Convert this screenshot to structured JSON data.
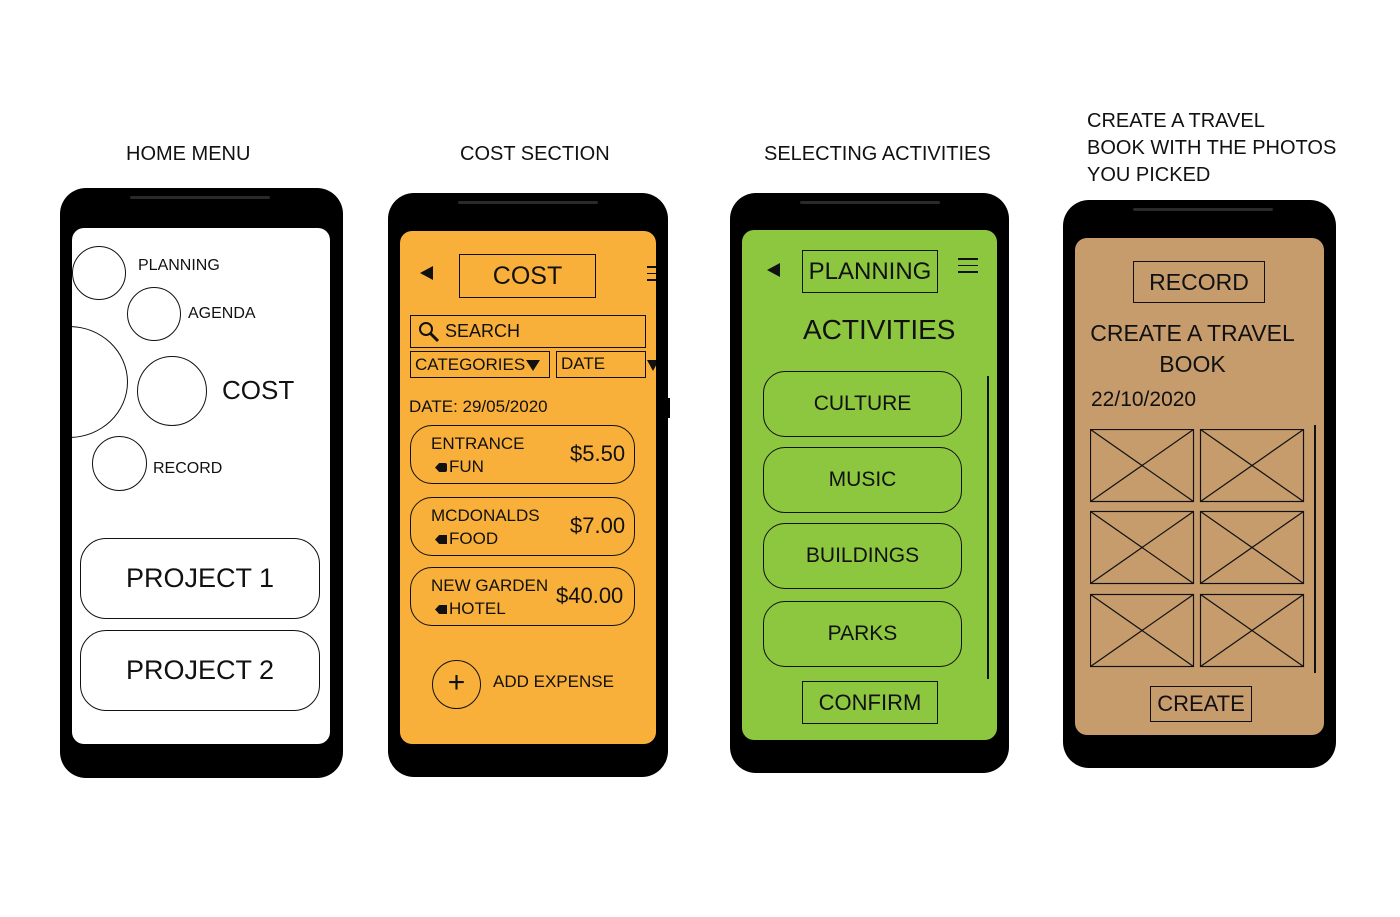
{
  "captions": {
    "home": "HOME MENU",
    "cost": "COST SECTION",
    "activities": "SELECTING ACTIVITIES",
    "travelbook": [
      "CREATE A TRAVEL",
      "BOOK WITH THE PHOTOS",
      "YOU PICKED"
    ]
  },
  "home": {
    "menu": {
      "planning": "PLANNING",
      "agenda": "AGENDA",
      "cost": "COST",
      "record": "RECORD"
    },
    "projects": [
      "PROJECT 1",
      "PROJECT 2"
    ],
    "screen_color": "#ffffff"
  },
  "cost": {
    "screen_color": "#f9b03a",
    "back_icon": "back-arrow-icon",
    "title": "COST",
    "search_label": "SEARCH",
    "filter_categories": "CATEGORIES",
    "filter_date": "DATE",
    "date_label": "DATE: 29/05/2020",
    "expenses": [
      {
        "name": "ENTRANCE",
        "tag": "FUN",
        "amount": "$5.50"
      },
      {
        "name": "MCDONALDS",
        "tag": "FOOD",
        "amount": "$7.00"
      },
      {
        "name": "NEW GARDEN",
        "tag": "HOTEL",
        "amount": "$40.00"
      }
    ],
    "add_expense": "ADD EXPENSE"
  },
  "activities": {
    "screen_color": "#8dc63f",
    "title": "PLANNING",
    "heading": "ACTIVITIES",
    "options": [
      "CULTURE",
      "MUSIC",
      "BUILDINGS",
      "PARKS"
    ],
    "confirm": "CONFIRM"
  },
  "travelbook": {
    "screen_color": "#c69c6d",
    "title": "RECORD",
    "heading": [
      "CREATE A TRAVEL",
      "BOOK"
    ],
    "date": "22/10/2020",
    "create": "CREATE"
  }
}
